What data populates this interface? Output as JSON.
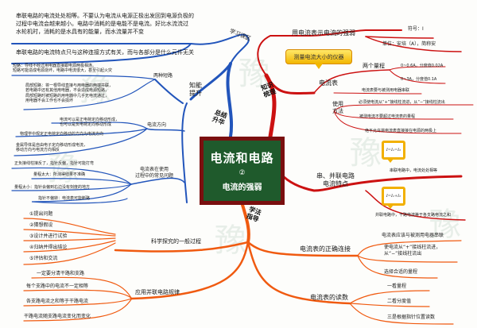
{
  "center": {
    "title": "电流和电路",
    "number": "②",
    "subtitle": "电流的强弱"
  },
  "branch_labels": {
    "summary": "总结\n升华",
    "knowledge": "知识\n梳理",
    "method": "学法\n指导"
  },
  "learning_zone": {
    "label": "学习误区",
    "items": [
      "串联电路的电流处处相等。不要认为电流从电源正极出发回到电源负极的\n过程中电流会越来越小。电路中消耗的是电能不是电流。好比水流流过\n水轮机时，消耗的是水具有的能量，而水流量并不变",
      "串联电路的电流特点只与这种连接方式有关，而与各部分是什么元件无关"
    ]
  },
  "ability": {
    "label": "知能\n提升",
    "two_shorts": {
      "label": "两种短路",
      "items": [
        "短路：导线不经过用电器直接跟电源两极相连。\n短路可能造成电源烧坏，电路中电流很大，甚至引起火灾",
        "局部短路：将一根导线直接与用电器的两端并联，\n若电路中还有其他用电器，不会造成电源短路，\n局部短路时被短路的用电器中几乎无电流通过，\n用电器不会工作也不会损坏"
      ]
    },
    "direction": {
      "label": "电流方向",
      "items": [
        "电流可以是正电荷定向移动形成，\n也可以是负电荷定向移动形成",
        "物理学中规定正电荷定向移动的方向为电流方向",
        "金属导体是自由电子定向移动形成电流，\n移动方向与电流方向相反"
      ]
    },
    "problems": {
      "label": "电流表在使用\n过程中的常见问题",
      "items": [
        "正负接线柱接反了，指针反偏，指针可能打弯",
        "量程太大：所测得结果不准确",
        "量程太小：指针会偏到右边没有刻度的地方",
        "指针不偏转：电流表可能断路"
      ]
    }
  },
  "knowledge": {
    "strength": {
      "label": "用电流表示电流的强弱",
      "items": [
        "符号：I",
        "单位：安培（A），简称安"
      ]
    },
    "callout": "测量电流大小的仪器",
    "ammeter": {
      "label": "电流表",
      "ranges": {
        "label": "两个量程",
        "items": [
          "0~0.6A，分度值0.02A",
          "0~3A，分度值0.1A"
        ]
      },
      "series_note": "电流表要与被测用电器串联",
      "usage": {
        "label": "使用\n方法",
        "items": [
          "必须使电流从“+”接线柱流进，从“−”接线柱流出",
          "被测电流不要超过电流表的量程",
          "绝不允许将电流表直接接在电源的两极上"
        ]
      }
    },
    "circuit": {
      "label": "串、并联电路\n电流特点",
      "series_formula": "I=I₁=I₂",
      "series_text": "串联电路中，电流处处相等",
      "parallel_formula": "I=I₁+I₂",
      "parallel_text": "并联电路中，干路电流等于各支路电流之和"
    }
  },
  "method": {
    "inquiry": {
      "label": "科学探究的一般过程",
      "items": [
        "①提出问题",
        "②猜想假设",
        "③设计并进行试验",
        "④归纳并得出结论",
        "⑤评估和交流"
      ]
    },
    "parallel_rules": {
      "label": "应用并联电路规律",
      "items": [
        "一定要分清干路和支路",
        "每个支路中的电流不一定相等",
        "各支路电流之和等于干路电流",
        "干路电流随支路电流变化而变化"
      ]
    },
    "connection": {
      "label": "电流表的正确连接",
      "items": [
        "电流表应该与被测用电器串联",
        "使电流从“+”接线柱流进，\n从“−”接线柱流出",
        "选择合适的量程"
      ]
    },
    "reading": {
      "label": "电流表的读数",
      "items": [
        "一看量程",
        "二看分度值",
        "三是根据指针位置读数"
      ]
    }
  },
  "colors": {
    "summary_branch": "#2255bb",
    "knowledge_branch": "#cc1111",
    "method_branch": "#f05a10",
    "center_border": "#7a0f0f",
    "center_fill": "#1f5a2c"
  }
}
